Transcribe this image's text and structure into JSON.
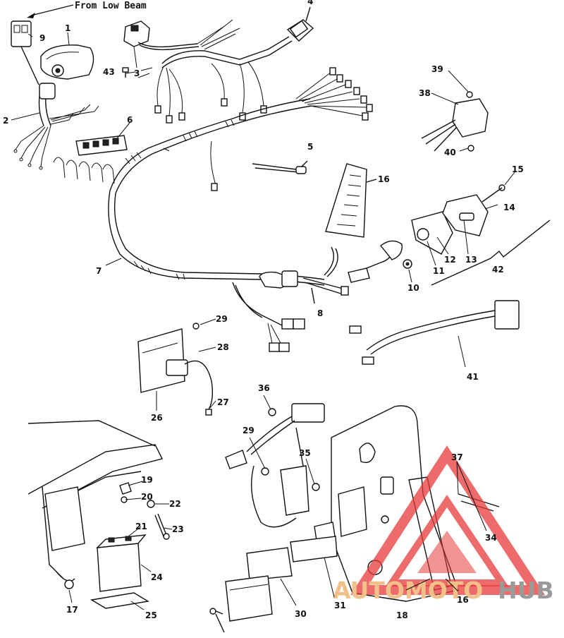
{
  "header": {
    "text": "From Low Beam"
  },
  "callouts": {
    "c1": "1",
    "c2": "2",
    "c3": "3",
    "c4": "4",
    "c5": "5",
    "c6": "6",
    "c7": "7",
    "c8": "8",
    "c9": "9",
    "c10": "10",
    "c11": "11",
    "c12": "12",
    "c13": "13",
    "c14": "14",
    "c15": "15",
    "c16": "16",
    "c16b": "16",
    "c17": "17",
    "c18": "18",
    "c19": "19",
    "c20": "20",
    "c21": "21",
    "c22": "22",
    "c23": "23",
    "c24": "24",
    "c25": "25",
    "c26": "26",
    "c27": "27",
    "c28": "28",
    "c29": "29",
    "c29b": "29",
    "c30": "30",
    "c31": "31",
    "c34": "34",
    "c35": "35",
    "c36": "36",
    "c37": "37",
    "c38": "38",
    "c39": "39",
    "c40": "40",
    "c41": "41",
    "c42": "42",
    "c43": "43"
  },
  "watermark": {
    "part1": "AUTOMOTO",
    "part2": "HUB",
    "triangle_color": "#e83a3a",
    "text_color_1": "#f2c089",
    "text_color_2": "#9a9a9a"
  }
}
